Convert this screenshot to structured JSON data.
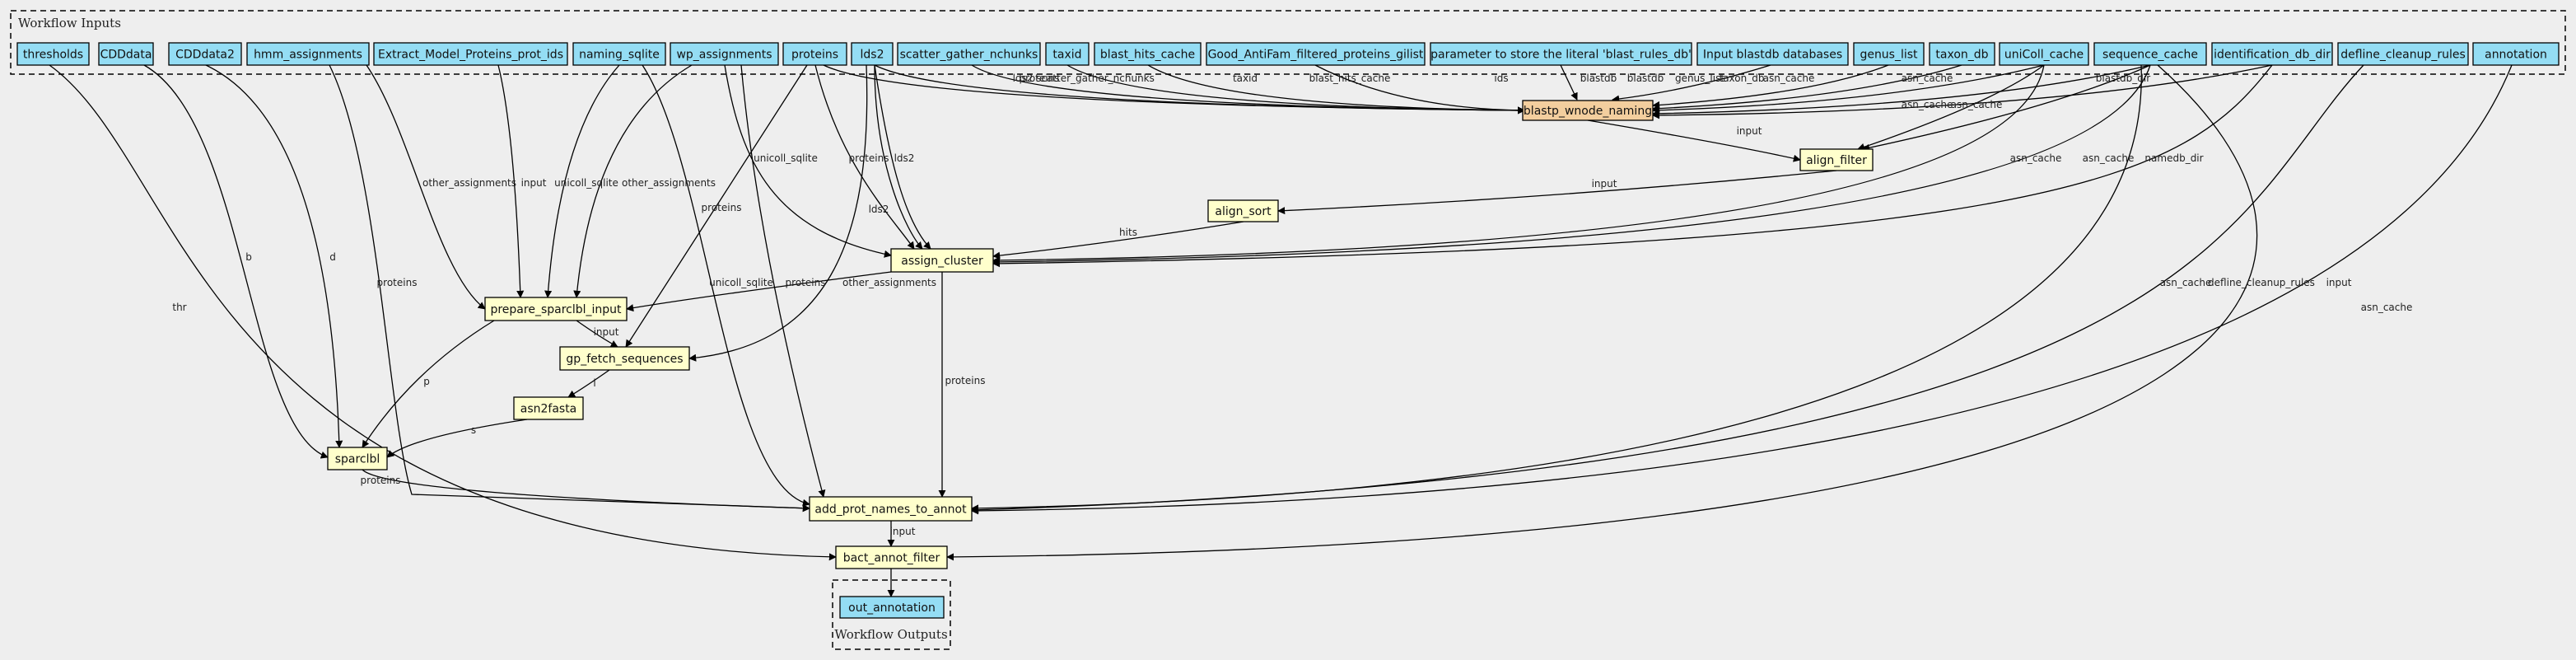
{
  "colors": {
    "background": "#eeeeee",
    "input_fill": "#94ddf4",
    "step_fill": "#ffffcc",
    "highlight_fill": "#f3ce9e",
    "output_fill": "#94ddf4",
    "edge": "#000000"
  },
  "clusters": {
    "inputs_title": "Workflow Inputs",
    "outputs_title": "Workflow Outputs"
  },
  "inputs": [
    "thresholds",
    "CDDdata",
    "CDDdata2",
    "hmm_assignments",
    "Extract_Model_Proteins_prot_ids",
    "naming_sqlite",
    "wp_assignments",
    "proteins",
    "lds2",
    "scatter_gather_nchunks",
    "taxid",
    "blast_hits_cache",
    "Good_AntiFam_filtered_proteins_gilist",
    "parameter to store the literal 'blast_rules_db'",
    "Input blastdb databases",
    "genus_list",
    "taxon_db",
    "uniColl_cache",
    "sequence_cache",
    "identification_db_dir",
    "defline_cleanup_rules",
    "annotation"
  ],
  "steps": {
    "blastp": "blastp_wnode_naming",
    "align_filter": "align_filter",
    "align_sort": "align_sort",
    "assign_cluster": "assign_cluster",
    "prepare": "prepare_sparclbl_input",
    "gp_fetch": "gp_fetch_sequences",
    "asn2fasta": "asn2fasta",
    "sparclbl": "sparclbl",
    "add_prot": "add_prot_names_to_annot",
    "bact_filter": "bact_annot_filter"
  },
  "outputs": [
    "out_annotation"
  ],
  "edge_labels": {
    "thr": "thr",
    "b": "b",
    "d": "d",
    "proteins": "proteins",
    "other_assignments": "other_assignments",
    "input": "input",
    "unicoll_sqlite": "unicoll_sqlite",
    "lds2": "lds2",
    "scatter_gather_nchunks": "scatter_gather_nchunks",
    "taxid": "taxid",
    "blast_hits_cache": "blast_hits_cache",
    "ids": "ids",
    "blastdb": "blastdb",
    "genus_list": "genus_list",
    "taxon_db": "taxon_db",
    "asn_cache": "asn_cache",
    "blastdb_dir": "blastdb_dir",
    "namedb_dir": "namedb_dir",
    "defline_cleanup_rules": "defline_cleanup_rules",
    "hits": "hits",
    "p": "p",
    "i": "i",
    "s": "s"
  }
}
